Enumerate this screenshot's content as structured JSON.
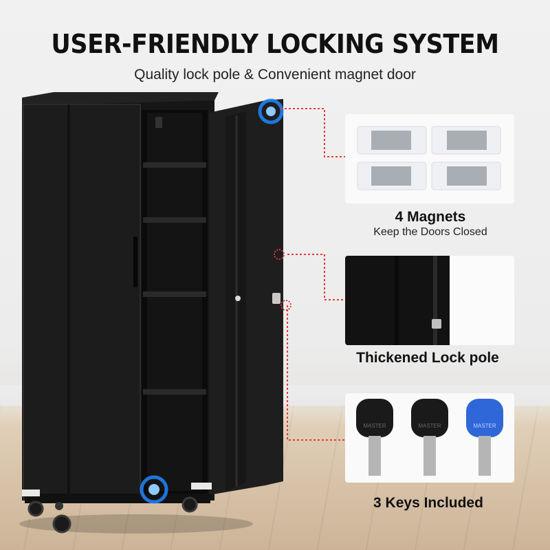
{
  "header": {
    "title": "USER-FRIENDLY LOCKING SYSTEM",
    "subtitle": "Quality lock pole & Convenient magnet door"
  },
  "features": {
    "magnets": {
      "title": "4 Magnets",
      "subtitle": "Keep the Doors Closed"
    },
    "lock_pole": {
      "title": "Thickened Lock pole"
    },
    "keys": {
      "title": "3 Keys Included",
      "key_text": [
        "MASTER",
        "MASTER",
        "MASTER"
      ],
      "key_colors": [
        "#1a1a1a",
        "#1a1a1a",
        "#2f67d8"
      ]
    }
  },
  "colors": {
    "cabinet": "#151515",
    "callout_line": "#e23b3b",
    "rotation_marker": "#1e88ff"
  }
}
